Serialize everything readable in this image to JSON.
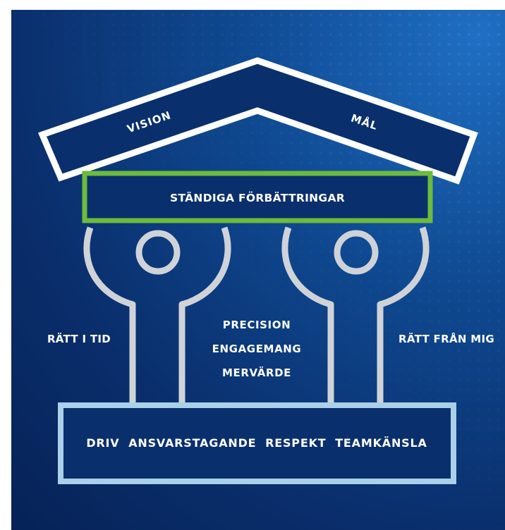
{
  "roof": {
    "left_label": "VISION",
    "right_label": "MÅL"
  },
  "beam": {
    "label": "STÄNDIGA FÖRBÄTTRINGAR"
  },
  "sides": {
    "left_label": "RÄTT I TID",
    "right_label": "RÄTT FRÅN MIG"
  },
  "center": {
    "lines": [
      "PRECISION",
      "ENGAGEMANG",
      "MERVÄRDE"
    ]
  },
  "base": {
    "label": "DRIV  ANSVARSTAGANDE  RESPEKT  TEAMKÄNSLA"
  },
  "colors": {
    "background": "#0a2f6d",
    "roof_outline": "#ffffff",
    "beam_outline": "#6cbb3c",
    "figures": "#cfd3d8",
    "base_outline": "#aad0ea"
  }
}
